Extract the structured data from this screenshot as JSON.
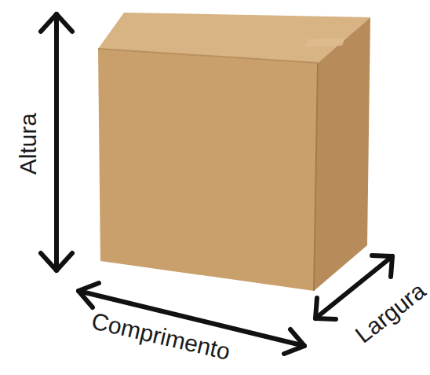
{
  "diagram": {
    "labels": [
      "Altura",
      "Comprimento",
      "Largura"
    ]
  }
}
